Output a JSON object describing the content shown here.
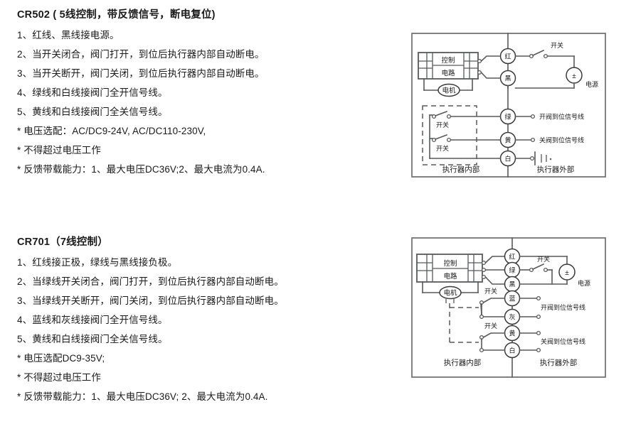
{
  "sections": [
    {
      "id": "cr502",
      "title": "CR502 ( 5线控制，带反馈信号，断电复位)",
      "lines": [
        "1、红线、黑线接电源。",
        "2、当开关闭合，阀门打开，到位后执行器内部自动断电。",
        "3、当开关断开，阀门关闭，到位后执行器内部自动断电。",
        "4、绿线和白线接阀门全开信号线。",
        "5、黄线和白线接阀门全关信号线。",
        "*  电压选配：AC/DC9-24V, AC/DC110-230V,",
        "*  不得超过电压工作",
        "*  反馈带载能力：1、最大电压DC36V;2、最大电流为0.4A."
      ],
      "diagram": {
        "id": "cr502-wiring-diagram",
        "control_box_label_line1": "控制",
        "control_box_label_line2": "电路",
        "motor_label": "电机",
        "switch_label": "开关",
        "power_label": "电源",
        "power_symbol": "±",
        "terminals": [
          "红",
          "黑",
          "绿",
          "黄",
          "白"
        ],
        "signal_open_label": "开阀到位信号线",
        "signal_close_label": "关阀到位信号线",
        "inner_label": "执行器内部",
        "outer_label": "执行器外部"
      }
    },
    {
      "id": "cr701",
      "title": "CR701（7线控制）",
      "lines": [
        "1、红线接正极，绿线与黑线接负极。",
        "2、当绿线开关闭合，阀门打开，到位后执行器内部自动断电。",
        "3、当绿线开关断开，阀门关闭，到位后执行器内部自动断电。",
        "4、蓝线和灰线接阀门全开信号线。",
        "5、黄线和白线接阀门全关信号线。",
        "*  电压选配DC9-35V;",
        "*  不得超过电压工作",
        "*  反馈带载能力：1、最大电压DC36V; 2、最大电流为0.4A."
      ],
      "diagram": {
        "id": "cr701-wiring-diagram",
        "control_box_label_line1": "控制",
        "control_box_label_line2": "电路",
        "motor_label": "电机",
        "switch_label": "开关",
        "switch_label_2": "开关",
        "switch_label_3": "开关",
        "power_label": "电源",
        "power_symbol": "±",
        "terminals": [
          "红",
          "绿",
          "黑",
          "蓝",
          "灰",
          "黄",
          "白"
        ],
        "signal_open_label": "开阀到位信号线",
        "signal_close_label": "关阀到位信号线",
        "inner_label": "执行器内部",
        "outer_label": "执行器外部"
      }
    }
  ],
  "colors": {
    "ink": "#1a1a1a",
    "line": "#58595b",
    "frame": "#6b6c6e",
    "background": "#ffffff"
  }
}
